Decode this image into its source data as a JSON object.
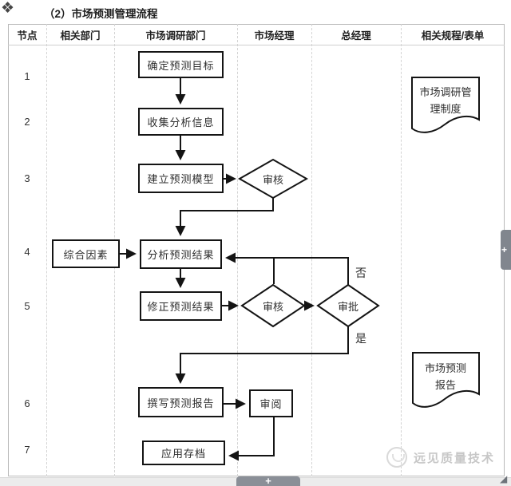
{
  "title": "（2）市场预测管理流程",
  "table": {
    "headers": [
      "节点",
      "相关部门",
      "市场调研部门",
      "市场经理",
      "总经理",
      "相关规程/表单"
    ],
    "node_numbers": [
      "1",
      "2",
      "3",
      "4",
      "5",
      "6",
      "7"
    ]
  },
  "flowchart": {
    "steps": {
      "step1": "确定预测目标",
      "step2": "收集分析信息",
      "step3": "建立预测模型",
      "step4": "分析预测结果",
      "step4_input": "综合因素",
      "step5": "修正预测结果",
      "step6": "撰写预测报告",
      "step6_review": "审阅",
      "step7": "应用存档"
    },
    "decisions": {
      "review1": "审核",
      "review2": "审核",
      "approve": "审批"
    },
    "branch_labels": {
      "no": "否",
      "yes": "是"
    },
    "documents": {
      "doc1": "市场调研管\n理制度",
      "doc2": "市场预测\n报告"
    }
  },
  "watermark": "远见质量技术",
  "controls": {
    "expand_bottom": "+",
    "expand_right": "+"
  },
  "icons": {
    "move_handle": "❖",
    "resize_corner": "◢"
  },
  "colors": {
    "line": "#141414",
    "grid": "#d4d4d4",
    "control_gray": "#8a8f97",
    "watermark_gray": "#c7c7c7"
  }
}
